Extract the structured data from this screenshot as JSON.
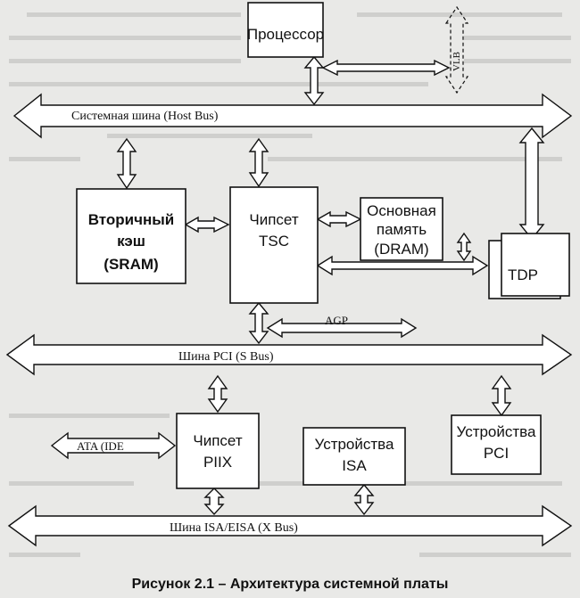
{
  "diagram": {
    "blocks": {
      "processor": "Процессор",
      "vlb": "VLB",
      "cache_l1": "Вторичный",
      "cache_l2": "кэш",
      "cache_l3": "(SRAM)",
      "tsc_l1": "Чипсет",
      "tsc_l2": "TSC",
      "dram_l1": "Основная",
      "dram_l2": "память",
      "dram_l3": "(DRAM)",
      "tdp": "TDP",
      "piix_l1": "Чипсет",
      "piix_l2": "PIIX",
      "isa_dev_l1": "Устройства",
      "isa_dev_l2": "ISA",
      "pci_dev_l1": "Устройства",
      "pci_dev_l2": "PCI"
    },
    "buses": {
      "host": "Системная шина (Host Bus)",
      "agp": "AGP",
      "pci": "Шина PCI (S Bus)",
      "ata": "ATA (IDE",
      "isa": "Шина ISA/EISA (X Bus)"
    },
    "caption": "Рисунок 2.1 – Архитектура системной платы"
  }
}
